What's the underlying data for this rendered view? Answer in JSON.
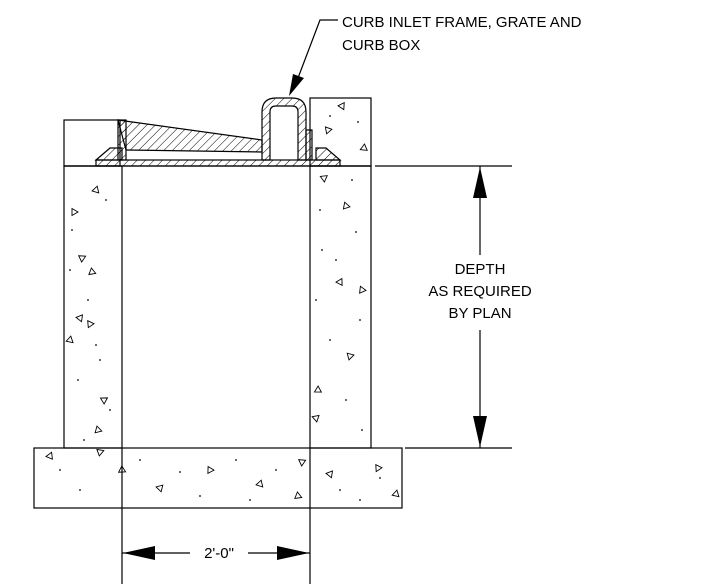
{
  "callout": {
    "line1": "CURB INLET FRAME, GRATE AND",
    "line2": "CURB BOX"
  },
  "depth_note": {
    "line1": "DEPTH",
    "line2": "AS REQUIRED",
    "line3": "BY PLAN"
  },
  "width_dim": "2'-0\"",
  "colors": {
    "line": "#000000",
    "background": "#ffffff"
  }
}
